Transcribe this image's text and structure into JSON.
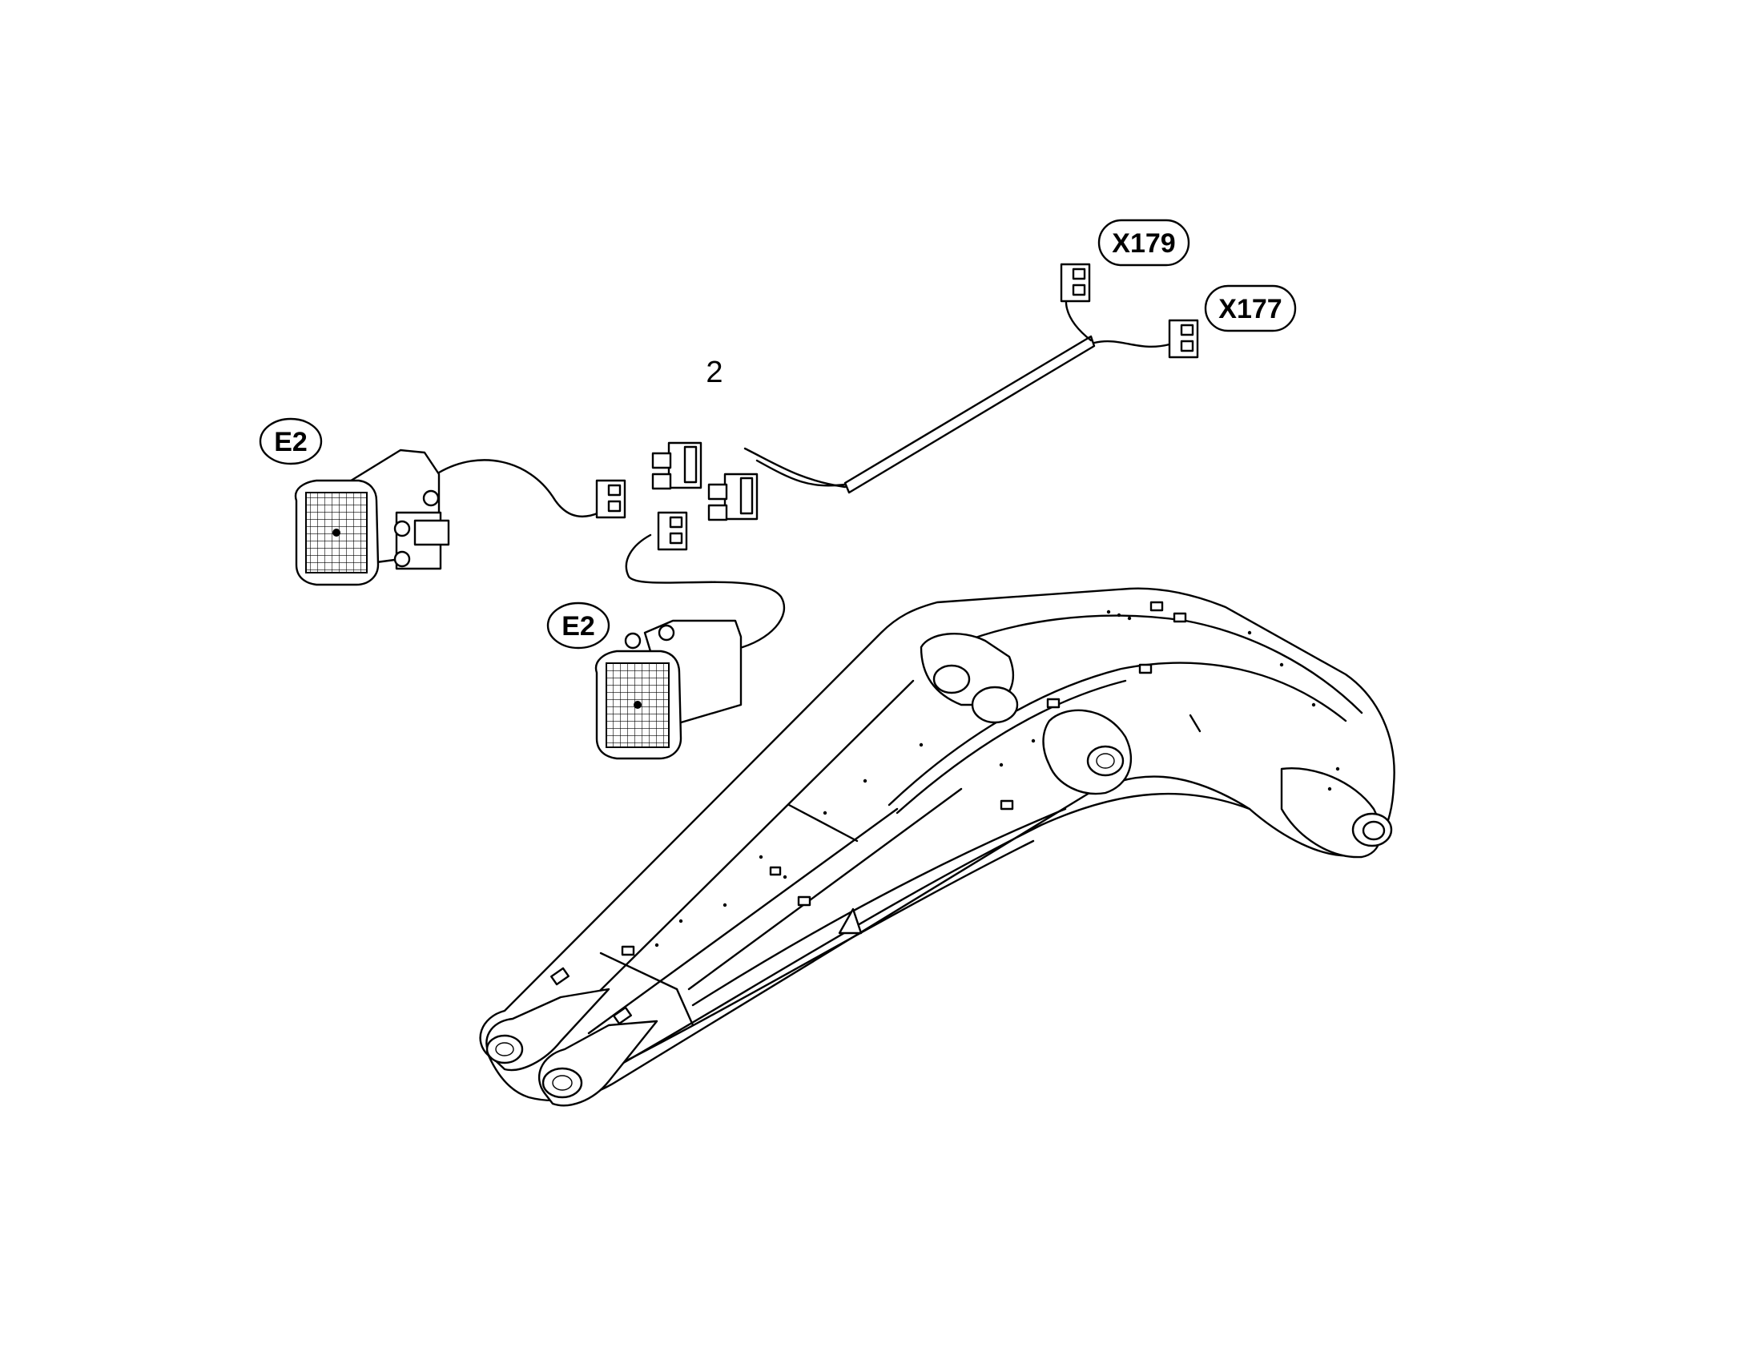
{
  "diagram": {
    "item_number": "2",
    "callouts": {
      "e2_upper": "E2",
      "e2_lower": "E2",
      "x179": "X179",
      "x177": "X177"
    }
  }
}
